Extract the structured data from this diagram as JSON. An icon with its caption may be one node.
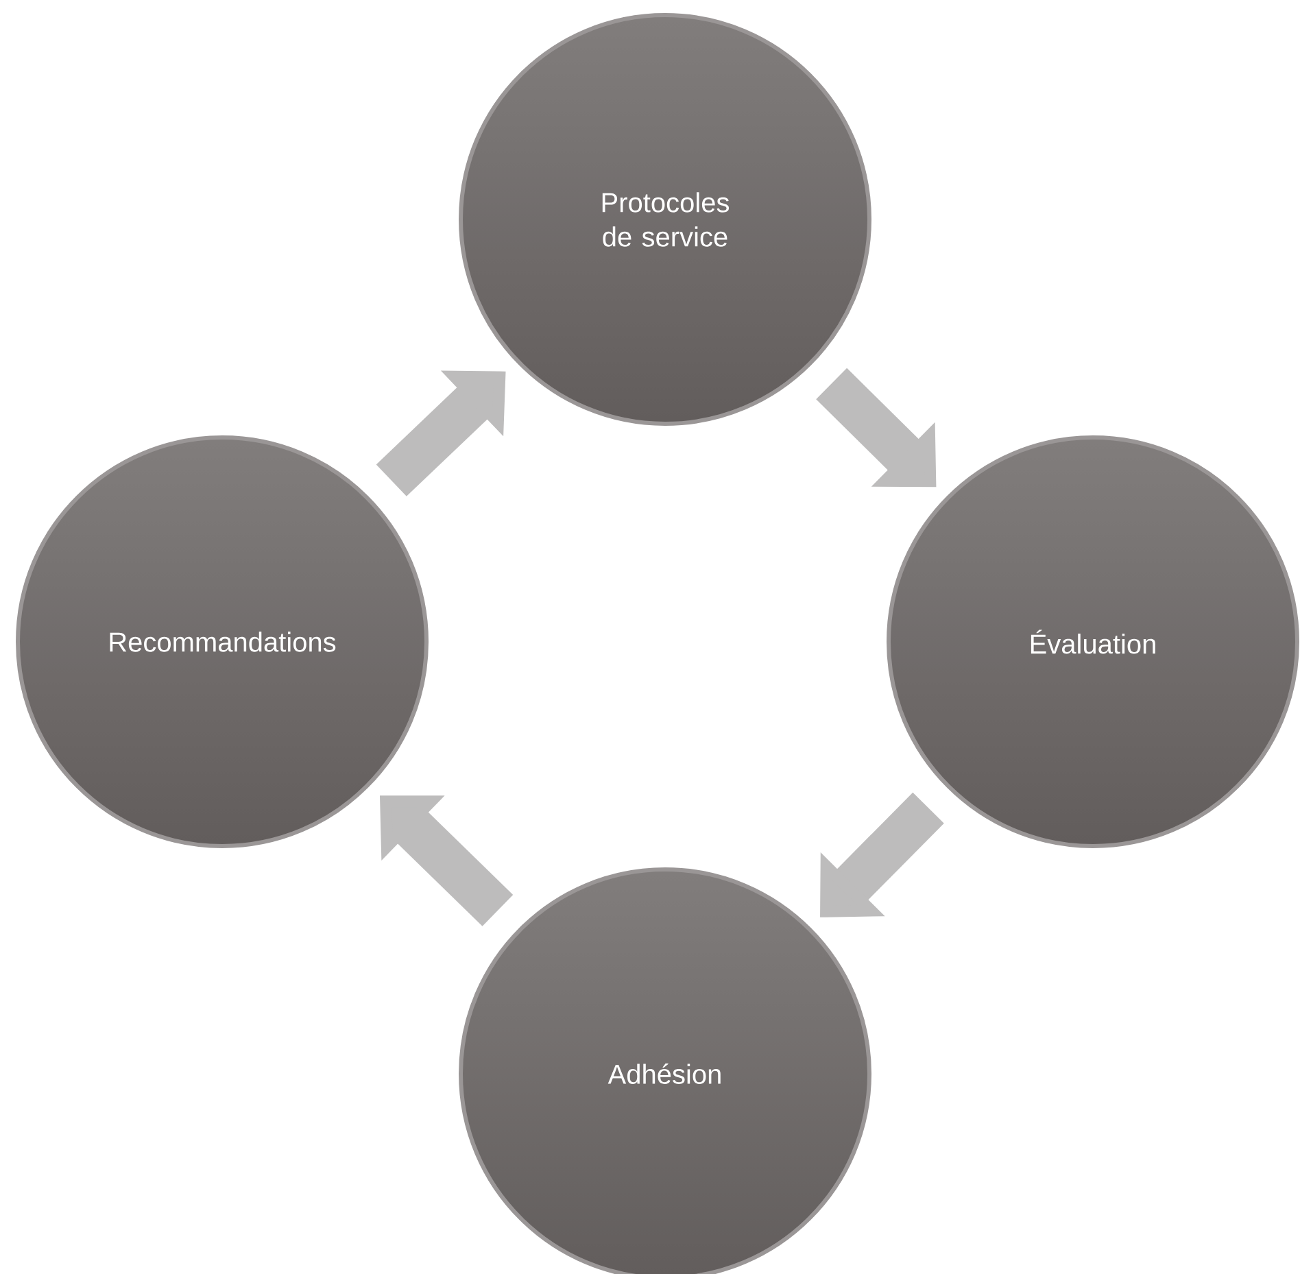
{
  "diagram": {
    "nodes": [
      {
        "text": [
          "Protocoles de service"
        ]
      },
      {
        "text": [
          "Évaluation"
        ]
      },
      {
        "text": [
          "Adhésion"
        ]
      },
      {
        "text": [
          "Recommandations"
        ]
      }
    ],
    "edges": [
      {
        "from": 0,
        "to": 1,
        "arrow": "to"
      },
      {
        "from": 1,
        "to": 2,
        "arrow": "to"
      },
      {
        "from": 2,
        "to": 3,
        "arrow": "to"
      },
      {
        "from": 3,
        "to": 0,
        "arrow": "to"
      }
    ]
  }
}
